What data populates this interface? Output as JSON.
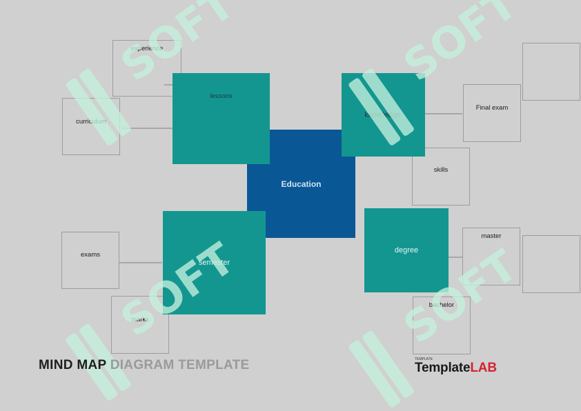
{
  "diagram": {
    "center": "Education",
    "branches": [
      "lessons",
      "knowledge",
      "semester",
      "degree"
    ],
    "leaves": {
      "experience": "experience",
      "curriculum": "curriculum",
      "final_exam": "Final exam",
      "skills": "skills",
      "exams": "exams",
      "marks": "marks",
      "master": "master",
      "bachelor": "bachelor"
    }
  },
  "footer": {
    "title_dark": "MIND MAP",
    "title_light": "DIAGRAM TEMPLATE",
    "logo_small": "TEMPLATE",
    "logo_template": "Template",
    "logo_lab": "LAB"
  },
  "watermark": "SOFT",
  "colors": {
    "background": "#d0d0d0",
    "center": "#0a5795",
    "branch": "#139690",
    "watermark": "#c4f0dc",
    "logo_accent": "#d3222f"
  }
}
